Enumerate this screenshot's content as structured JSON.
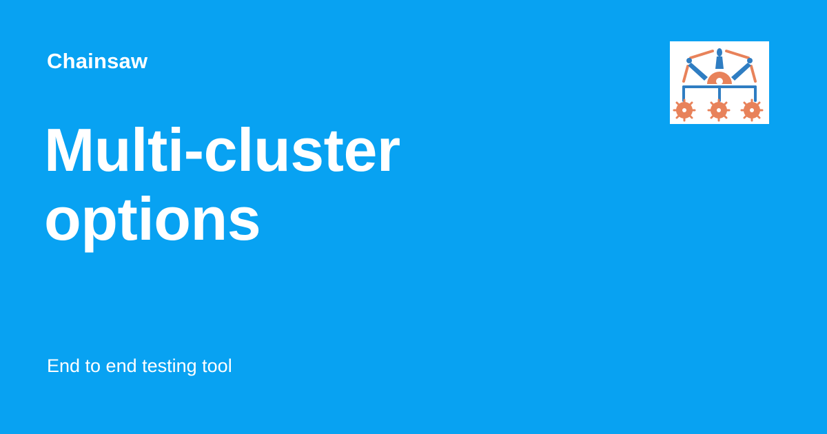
{
  "site": {
    "name": "Chainsaw"
  },
  "page": {
    "title": "Multi-cluster options",
    "tagline": "End to end testing tool"
  },
  "logo": {
    "icon": "chainsaw-logo-icon"
  },
  "colors": {
    "background": "#08a2f2",
    "text": "#ffffff",
    "logo_orange": "#e8825a",
    "logo_blue": "#2f7dc2"
  }
}
